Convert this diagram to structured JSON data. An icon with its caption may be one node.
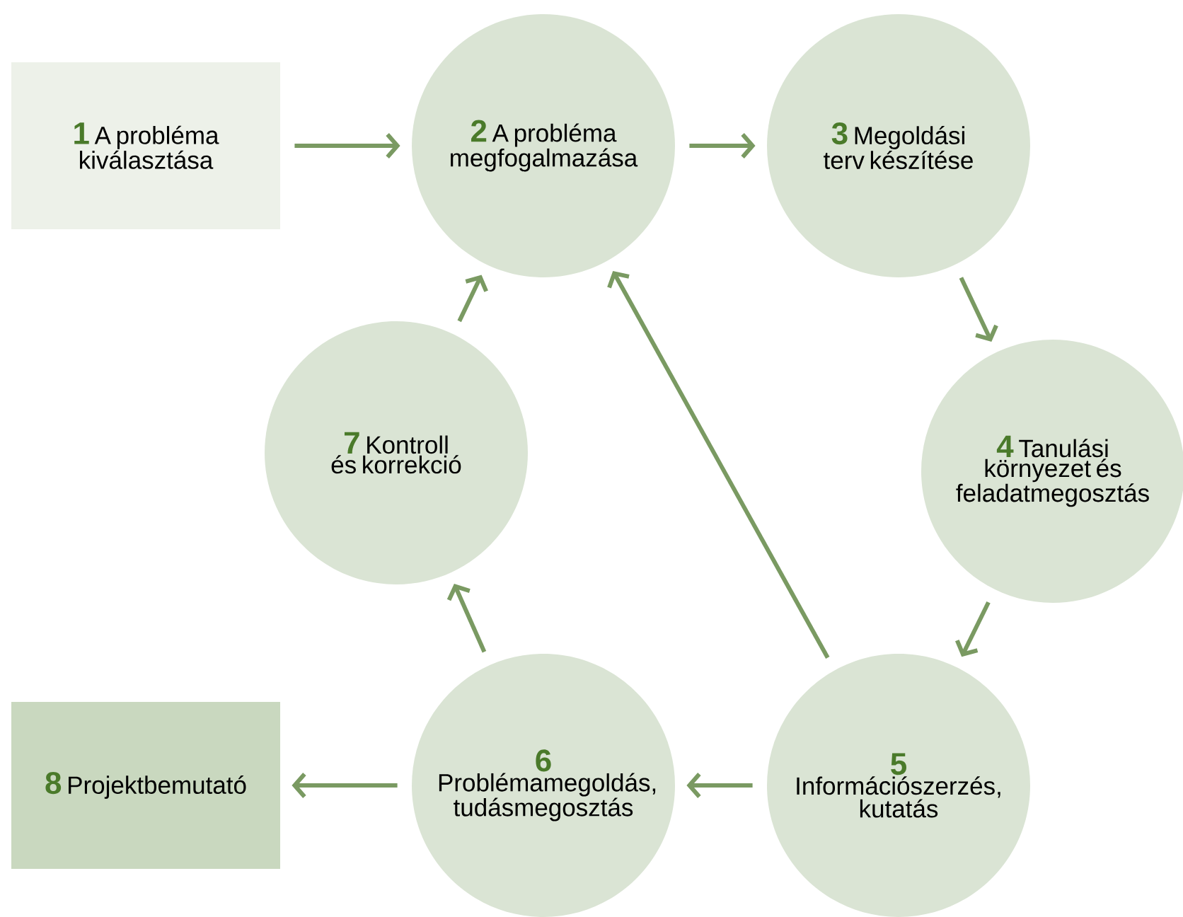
{
  "diagram": {
    "nodes": [
      {
        "text": [
          "1",
          "A probléma kiválasztása"
        ]
      },
      {
        "text": [
          "2",
          "A probléma megfogalmazása"
        ]
      },
      {
        "text": [
          "3",
          "Megoldási terv készítése"
        ]
      },
      {
        "text": [
          "4",
          "Tanulási környezet és feladatmegosztás"
        ]
      },
      {
        "text": [
          "5",
          "Információszerzés, kutatás"
        ]
      },
      {
        "text": [
          "6",
          "Problémamegoldás, tudásmegosztás"
        ]
      },
      {
        "text": [
          "7",
          "Kontroll és korrekció"
        ]
      },
      {
        "text": [
          "8",
          "Projektbemutató"
        ]
      }
    ],
    "edges": [
      {
        "from": 0,
        "to": 1,
        "arrow": "to"
      },
      {
        "from": 1,
        "to": 2,
        "arrow": "to"
      },
      {
        "from": 2,
        "to": 3,
        "arrow": "to"
      },
      {
        "from": 3,
        "to": 4,
        "arrow": "to"
      },
      {
        "from": 4,
        "to": 5,
        "arrow": "to"
      },
      {
        "from": 5,
        "to": 7,
        "arrow": "to"
      },
      {
        "from": 5,
        "to": 6,
        "arrow": "to"
      },
      {
        "from": 6,
        "to": 1,
        "arrow": "to"
      },
      {
        "from": 4,
        "to": 1,
        "arrow": "to"
      }
    ]
  }
}
